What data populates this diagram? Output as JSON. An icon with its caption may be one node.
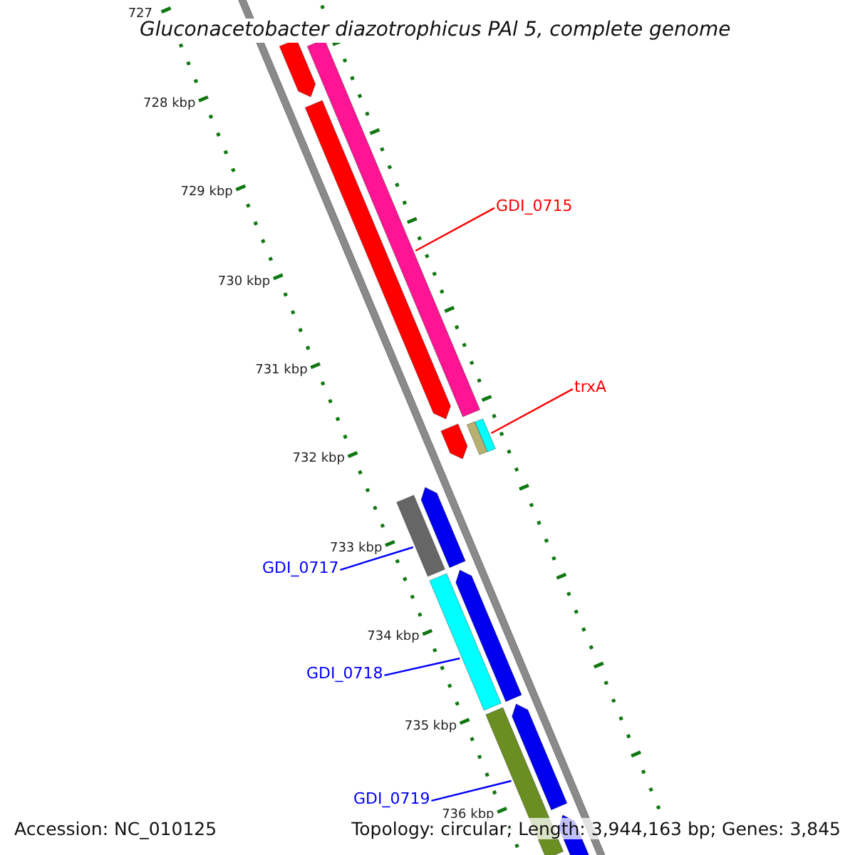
{
  "diagram": {
    "title": "Gluconacetobacter diazotrophicus PAl 5, complete genome",
    "nodes": [
      {
        "text": [
          "GDI_0715"
        ]
      },
      {
        "text": [],
        "shape": "bar"
      },
      {
        "text": [
          "trxA"
        ]
      },
      {
        "text": [],
        "shape": "bar"
      },
      {
        "text": [
          "GDI_0717"
        ]
      },
      {
        "text": [],
        "shape": "bar"
      },
      {
        "text": [
          "GDI_0718"
        ]
      },
      {
        "text": [],
        "shape": "bar"
      },
      {
        "text": [
          "GDI_0719"
        ]
      },
      {
        "text": [],
        "shape": "bar"
      }
    ],
    "edges": [
      {
        "from": 0,
        "to": 1,
        "arrow": "none",
        "color": "#ff0000"
      },
      {
        "from": 2,
        "to": 3,
        "arrow": "none",
        "color": "#ff0000"
      },
      {
        "from": 4,
        "to": 5,
        "arrow": "none"
      },
      {
        "from": 6,
        "to": 7,
        "arrow": "none"
      },
      {
        "from": 8,
        "to": 9,
        "arrow": "none"
      }
    ],
    "labels": [
      "727",
      "728 kbp",
      "729 kbp",
      "730 kbp",
      "731 kbp",
      "732 kbp",
      "733 kbp",
      "734 kbp",
      "735 kbp",
      "736 kbp",
      "Accession: NC_010125",
      "Topology: circular; Length: 3,944,163 bp; Genes: 3,845"
    ]
  }
}
